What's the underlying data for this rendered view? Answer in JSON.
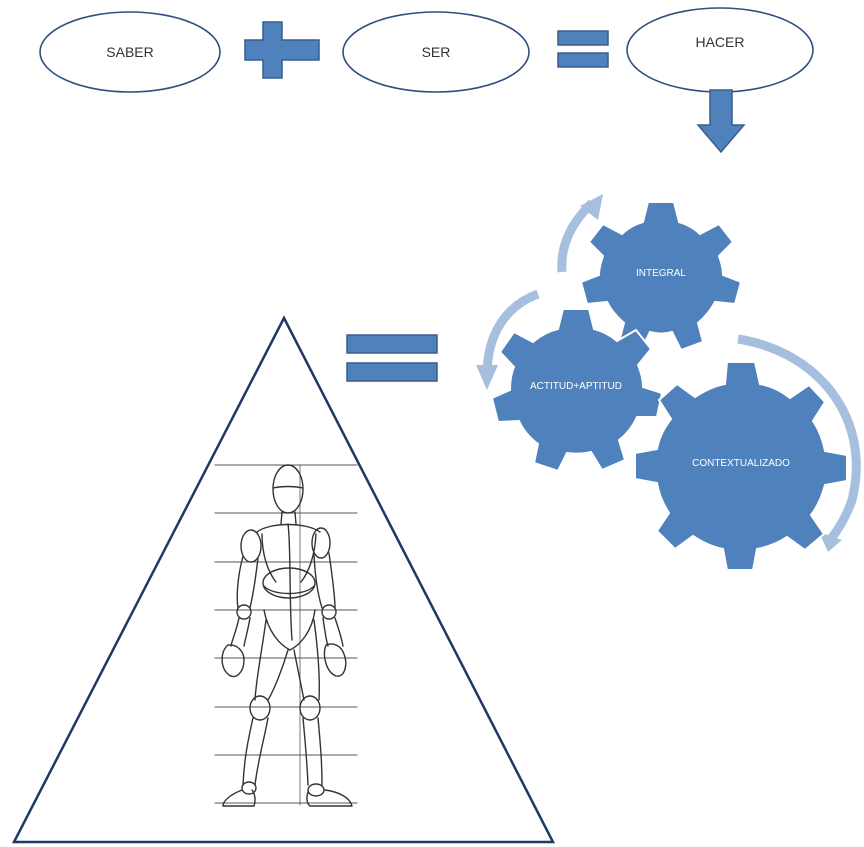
{
  "top_row": {
    "ovals": [
      {
        "label": "SABER"
      },
      {
        "label": "SER"
      },
      {
        "label": "HACER"
      }
    ],
    "operators": [
      "plus",
      "equals"
    ]
  },
  "gears": [
    {
      "label": "INTEGRAL"
    },
    {
      "label": "ACTITUD+APTITUD"
    },
    {
      "label": "CONTEXTUALIZADO"
    }
  ],
  "colors": {
    "shape_fill": "#4F81BD",
    "shape_stroke": "#385D8A",
    "oval_stroke": "#2F4F7F",
    "cycle_arrow": "#A7BFDE",
    "triangle_stroke": "#1F3864",
    "sketch_stroke": "#333333"
  },
  "icons": [
    "plus-sign",
    "equals-sign",
    "down-arrow",
    "gear",
    "cycle-arrow",
    "human-figure-sketch"
  ]
}
